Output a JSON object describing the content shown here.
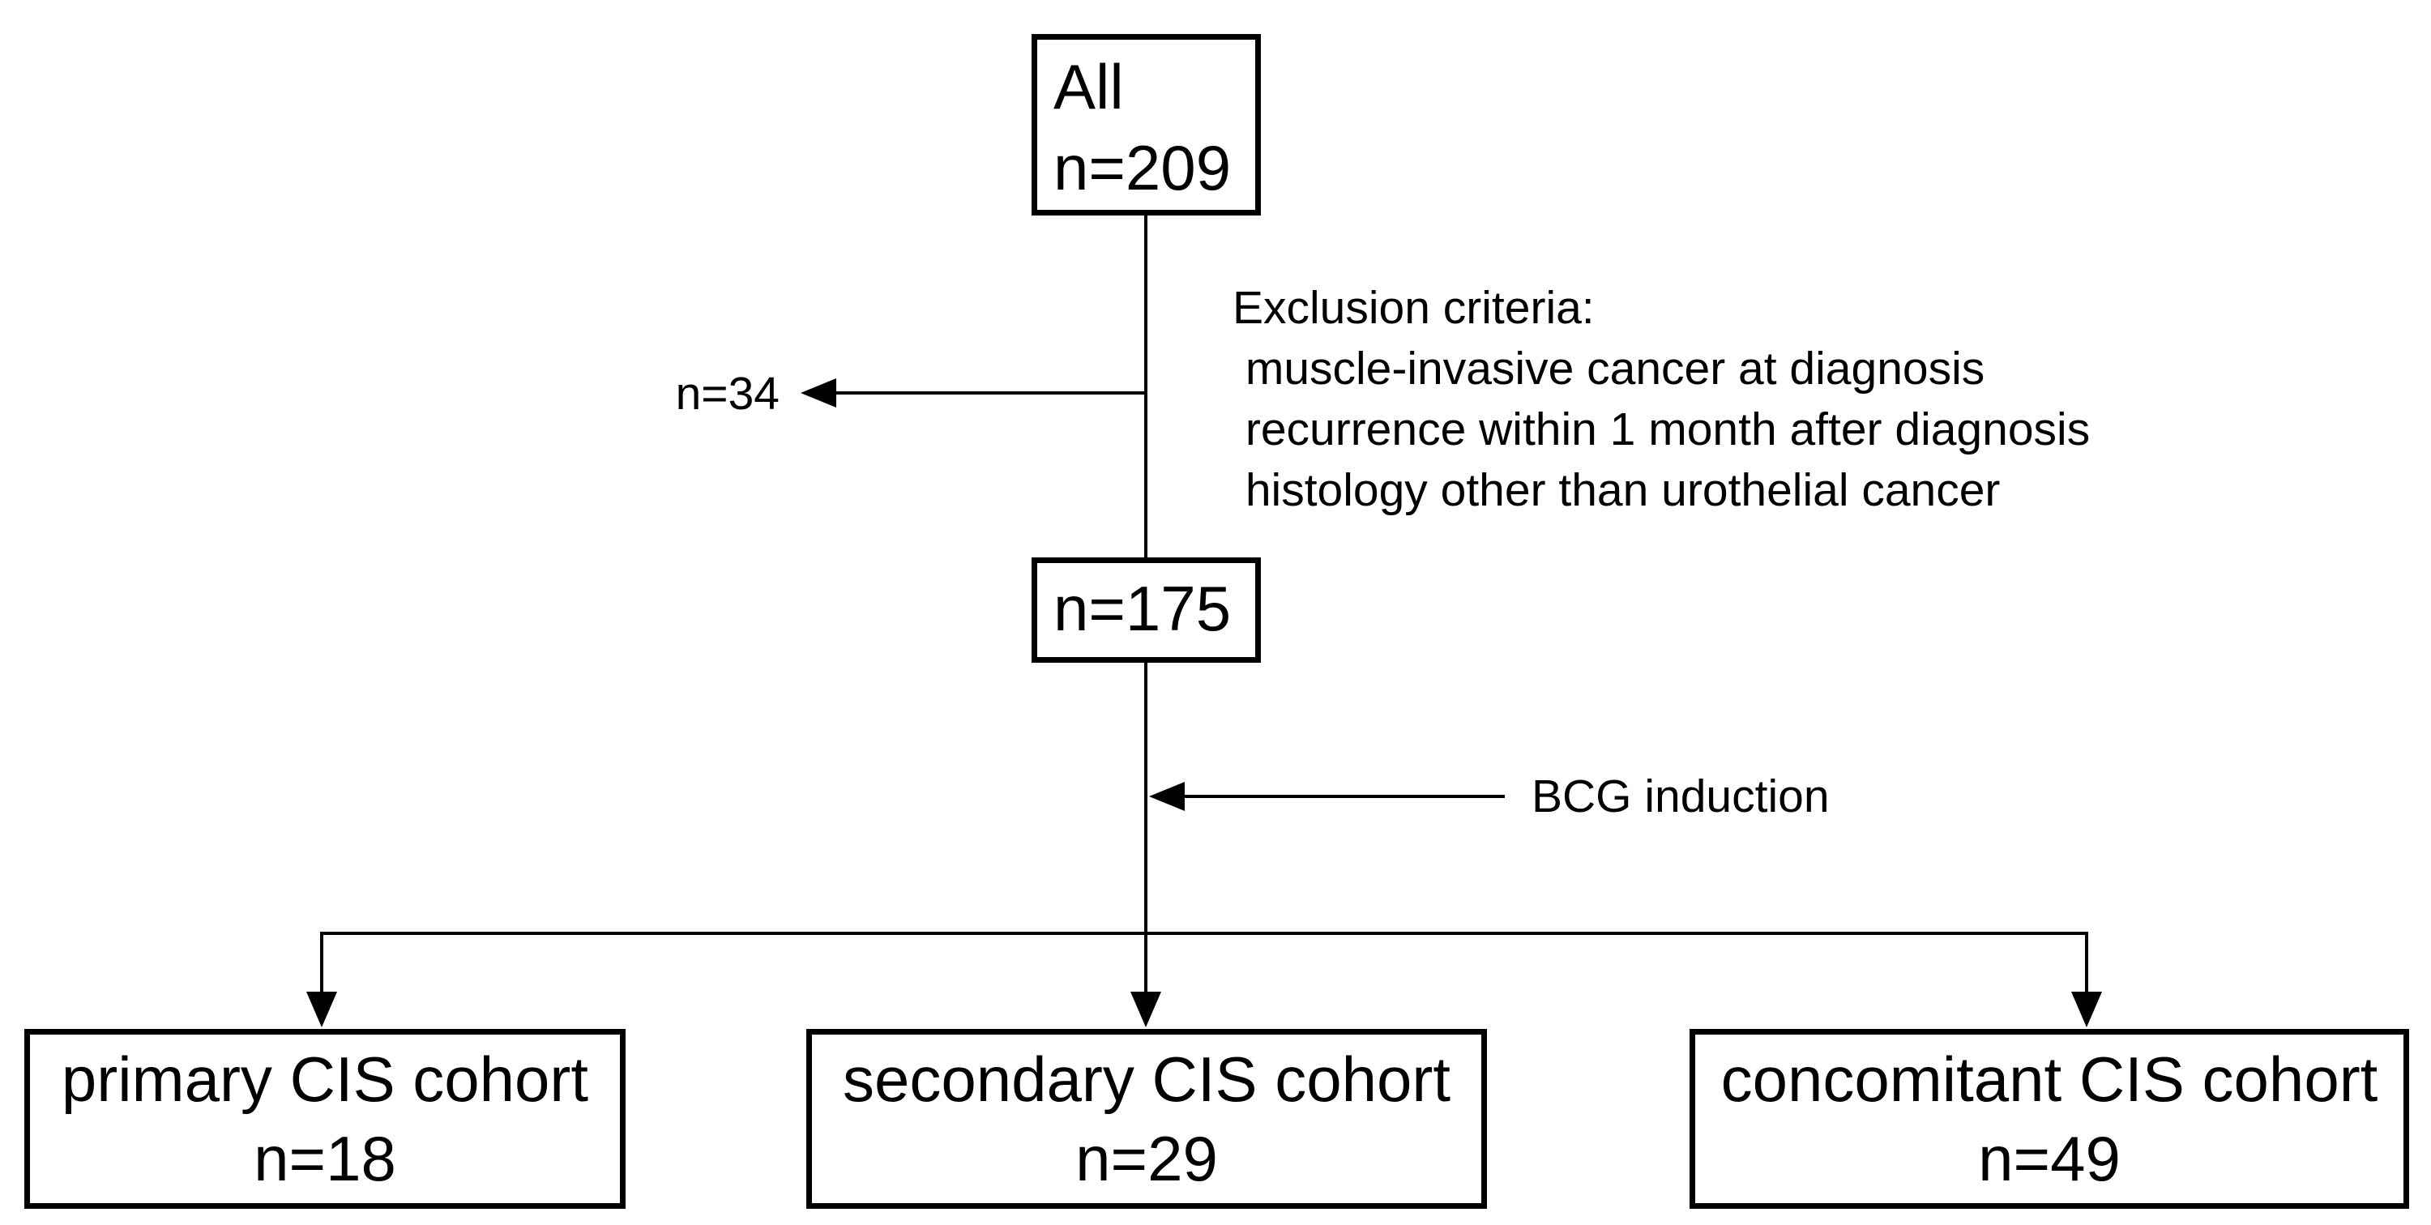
{
  "theme": {
    "ink": "#000000",
    "bg": "#ffffff"
  },
  "nodes": {
    "all": {
      "line1": "All",
      "line2": "n=209"
    },
    "after_exclusion": {
      "label": "n=175"
    },
    "primary": {
      "line1": "primary CIS cohort",
      "line2": "n=18"
    },
    "secondary": {
      "line1": "secondary CIS cohort",
      "line2": "n=29"
    },
    "concomitant": {
      "line1": "concomitant CIS cohort",
      "line2": "n=49"
    }
  },
  "annotations": {
    "excluded_count": "n=34",
    "exclusion": {
      "title": "Exclusion criteria:",
      "lines": [
        " muscle-invasive cancer at diagnosis",
        " recurrence within 1 month after diagnosis",
        " histology other than urothelial cancer"
      ]
    },
    "bcg": "BCG induction"
  }
}
